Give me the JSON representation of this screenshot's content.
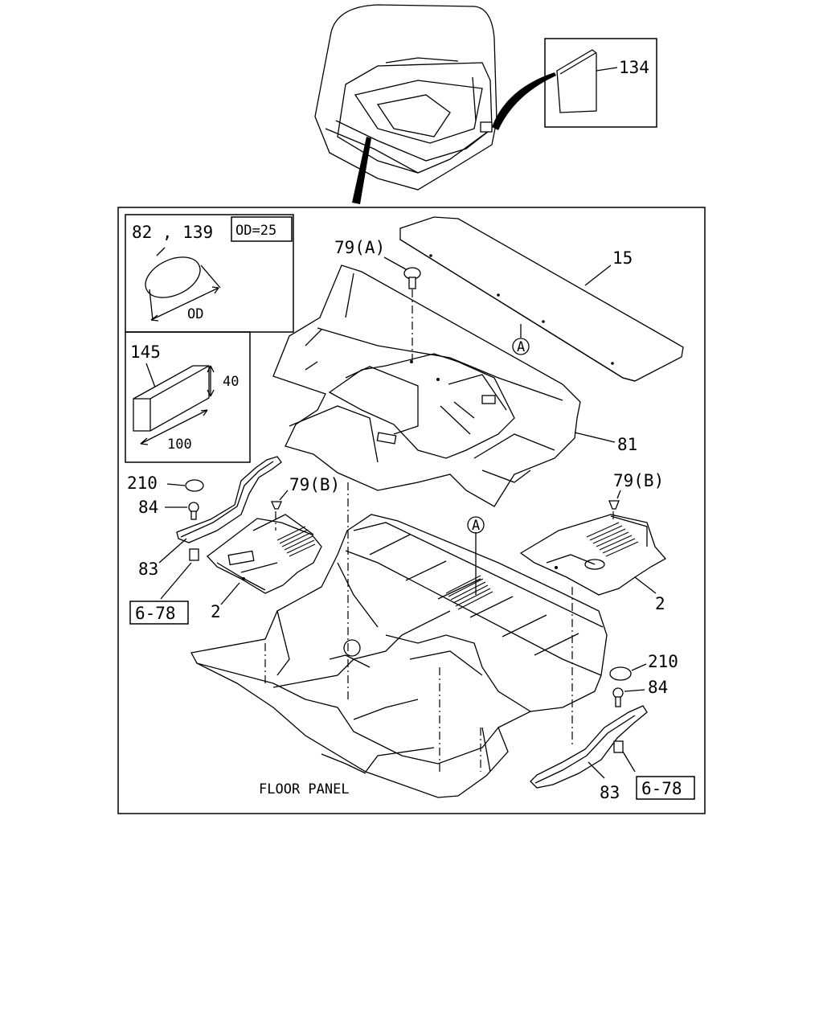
{
  "callouts": {
    "p134": "134",
    "p82_139": "82 , 139",
    "od_spec": "OD=25",
    "od": "OD",
    "p145": "145",
    "dim40": "40",
    "dim100": "100",
    "p79a": "79(A)",
    "p15": "15",
    "circleA_top": "A",
    "p81": "81",
    "p79b_left": "79(B)",
    "p79b_right": "79(B)",
    "circleA_floor": "A",
    "p210_left": "210",
    "p84_left": "84",
    "p83_left": "83",
    "ref678_left": "6-78",
    "p2_left": "2",
    "p2_right": "2",
    "p210_right": "210",
    "p84_right": "84",
    "p83_right": "83",
    "ref678_right": "6-78",
    "floor_panel": "FLOOR PANEL"
  }
}
